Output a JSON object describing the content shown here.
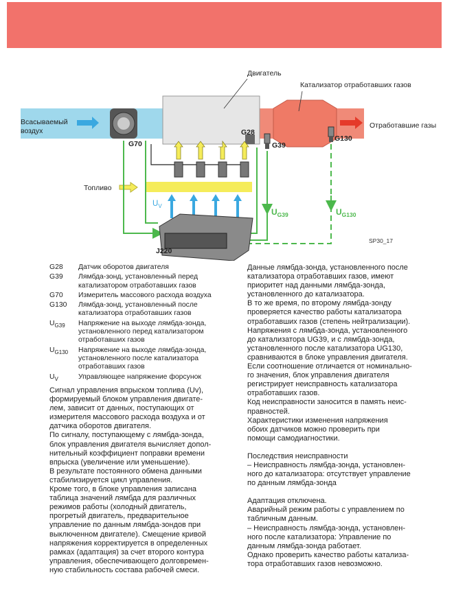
{
  "diagram": {
    "labels": {
      "engine": "Двигатель",
      "catalyst": "Катализатор отработавших газов",
      "intake_line1": "Всасываемый",
      "intake_line2": "воздух",
      "exhaust": "Отработавшие газы",
      "fuel": "Топливо",
      "g70": "G70",
      "g28": "G28",
      "g39": "G39",
      "g130": "G130",
      "j220": "J220",
      "uv": "U",
      "uv_sub": "V",
      "ug39": "U",
      "ug39_sub": "G39",
      "ug130": "U",
      "ug130_sub": "G130",
      "ref": "SP30_17"
    },
    "colors": {
      "air": "#9fd8ec",
      "exhaust": "#f08a78",
      "fuel": "#f5ec5a",
      "engine": "#e6e6e6",
      "signal_green": "#4cb84c",
      "signal_blue": "#3aa8e0",
      "arrow_red": "#e53a2a"
    }
  },
  "legend": [
    {
      "code": "G28",
      "sub": "",
      "lines": [
        "Датчик оборотов двигателя"
      ]
    },
    {
      "code": "G39",
      "sub": "",
      "lines": [
        "Лямбда-зонд, установленный перед",
        "катализатором отработавших газов"
      ]
    },
    {
      "code": "G70",
      "sub": "",
      "lines": [
        "Измеритель массового расхода воздуха"
      ]
    },
    {
      "code": "G130",
      "sub": "",
      "lines": [
        "Лямбда-зонд, установленный после",
        "катализатора отработавших газов"
      ]
    },
    {
      "code": "U",
      "sub": "G39",
      "lines": [
        "Напряжение на выходе лямбда-зонда,",
        "установленного перед катализатором",
        "отработавших газов"
      ]
    },
    {
      "code": "U",
      "sub": "G130",
      "lines": [
        "Напряжение на выходе лямбда-зонда,",
        "установленного после катализатора",
        "отработавших газов"
      ]
    },
    {
      "code": "U",
      "sub": "V",
      "lines": [
        "Управляющее напряжение форсунок"
      ]
    }
  ],
  "left_text": [
    "Сигнал управления впрыском топлива (Uv),",
    "формируемый блоком управления двигате-",
    "лем, зависит от данных, поступающих от",
    "измерителя массового расхода воздуха и от",
    "датчика оборотов двигателя.",
    "По сигналу, поступающему с лямбда-зонда,",
    "блок управления двигателя вычисляет допол-",
    "нительный коэффициент поправки времени",
    "впрыска (увеличение или уменьшение).",
    "В результате постоянного обмена данными",
    "стабилизируется цикл управления.",
    " Кроме того, в блоке управления записана",
    "таблица значений лямбда для различных",
    "режимов работы (холодный двигатель,",
    "прогретый двигатель, предварительное",
    "управление по данным лямбда-зондов при",
    "выключенном двигателе). Смещение кривой",
    "напряжения корректируется в определенных",
    "рамках (адаптация) за счет второго контура",
    "управления, обеспечивающего долговремен-",
    "ную стабильность состава рабочей смеси."
  ],
  "right_text": [
    "Данные лямбда-зонда, установленного после",
    "катализатора отработавших газов, имеют",
    "приоритет над данными лямбда-зонда,",
    "установленного до катализатора.",
    "В то же время, по второму лямбда-зонду",
    "проверяется качество работы катализатора",
    "отработавших газов (степень нейтрализации).",
    "Напряжения с лямбда-зонда, установленного",
    "до катализатора UG39, и с лямбда-зонда,",
    "установленного после катализатора UG130,",
    "сравниваются в блоке управления двигателя.",
    "Если соотношение отличается от номинально-",
    "го значения, блок управления двигателя",
    "регистрирует неисправность катализатора",
    "отработавших газов.",
    "Код неисправности заносится в память неис-",
    "правностей.",
    "Характеристики изменения напряжения",
    "обоих датчиков можно проверить при",
    "помощи самодиагностики.",
    "",
    "Последствия неисправности",
    "–  Неисправность лямбда-зонда, установлен-",
    "ного до катализатора: отсутствует управление",
    "по данным лямбда-зонда",
    "",
    "Адаптация отключена.",
    " Аварийный режим работы с управлением по",
    "табличным данным.",
    "–  Неисправность лямбда-зонда, установлен-",
    "ного после катализатора: Управление по",
    "данным лямбда-зонда работает.",
    "Однако проверить качество работы катализа-",
    "тора отработавших газов невозможно."
  ]
}
